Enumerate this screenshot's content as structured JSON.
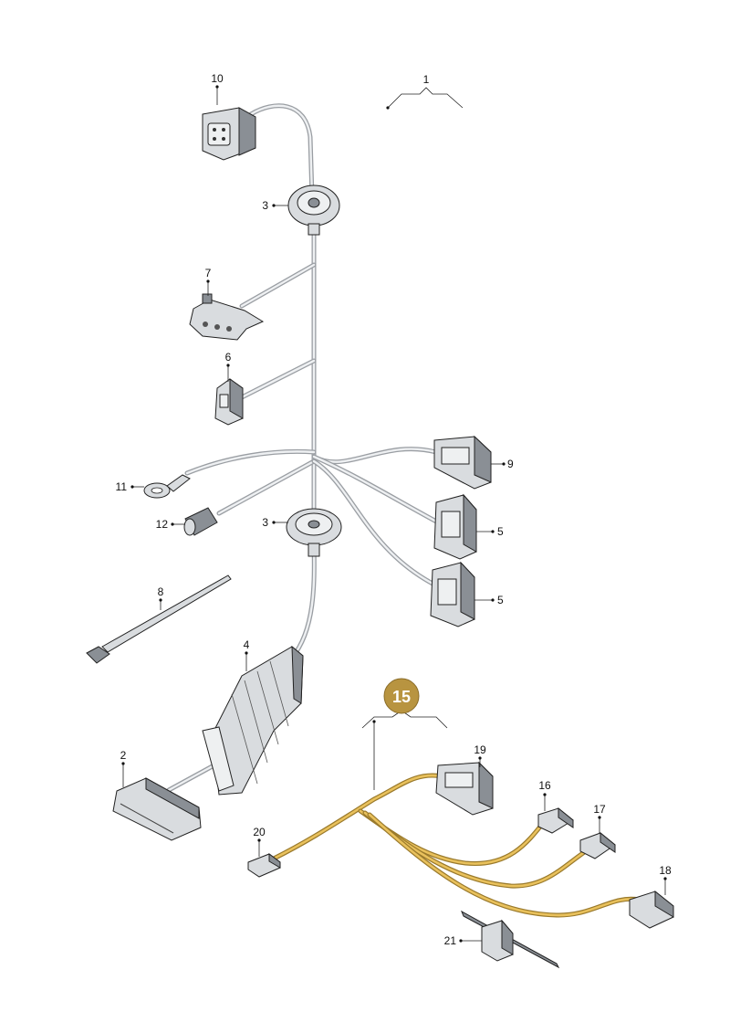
{
  "callouts": {
    "c1": "1",
    "c2": "2",
    "c3a": "3",
    "c3b": "3",
    "c4": "4",
    "c5a": "5",
    "c5b": "5",
    "c6": "6",
    "c7": "7",
    "c8": "8",
    "c9": "9",
    "c10": "10",
    "c11": "11",
    "c12": "12",
    "c16": "16",
    "c17": "17",
    "c18": "18",
    "c19": "19",
    "c20": "20",
    "c21": "21"
  },
  "badge": {
    "label": "15"
  },
  "colors": {
    "harness_main": "#9a9ea3",
    "harness_sub": "#e9c15c",
    "badge": "#b89440"
  }
}
